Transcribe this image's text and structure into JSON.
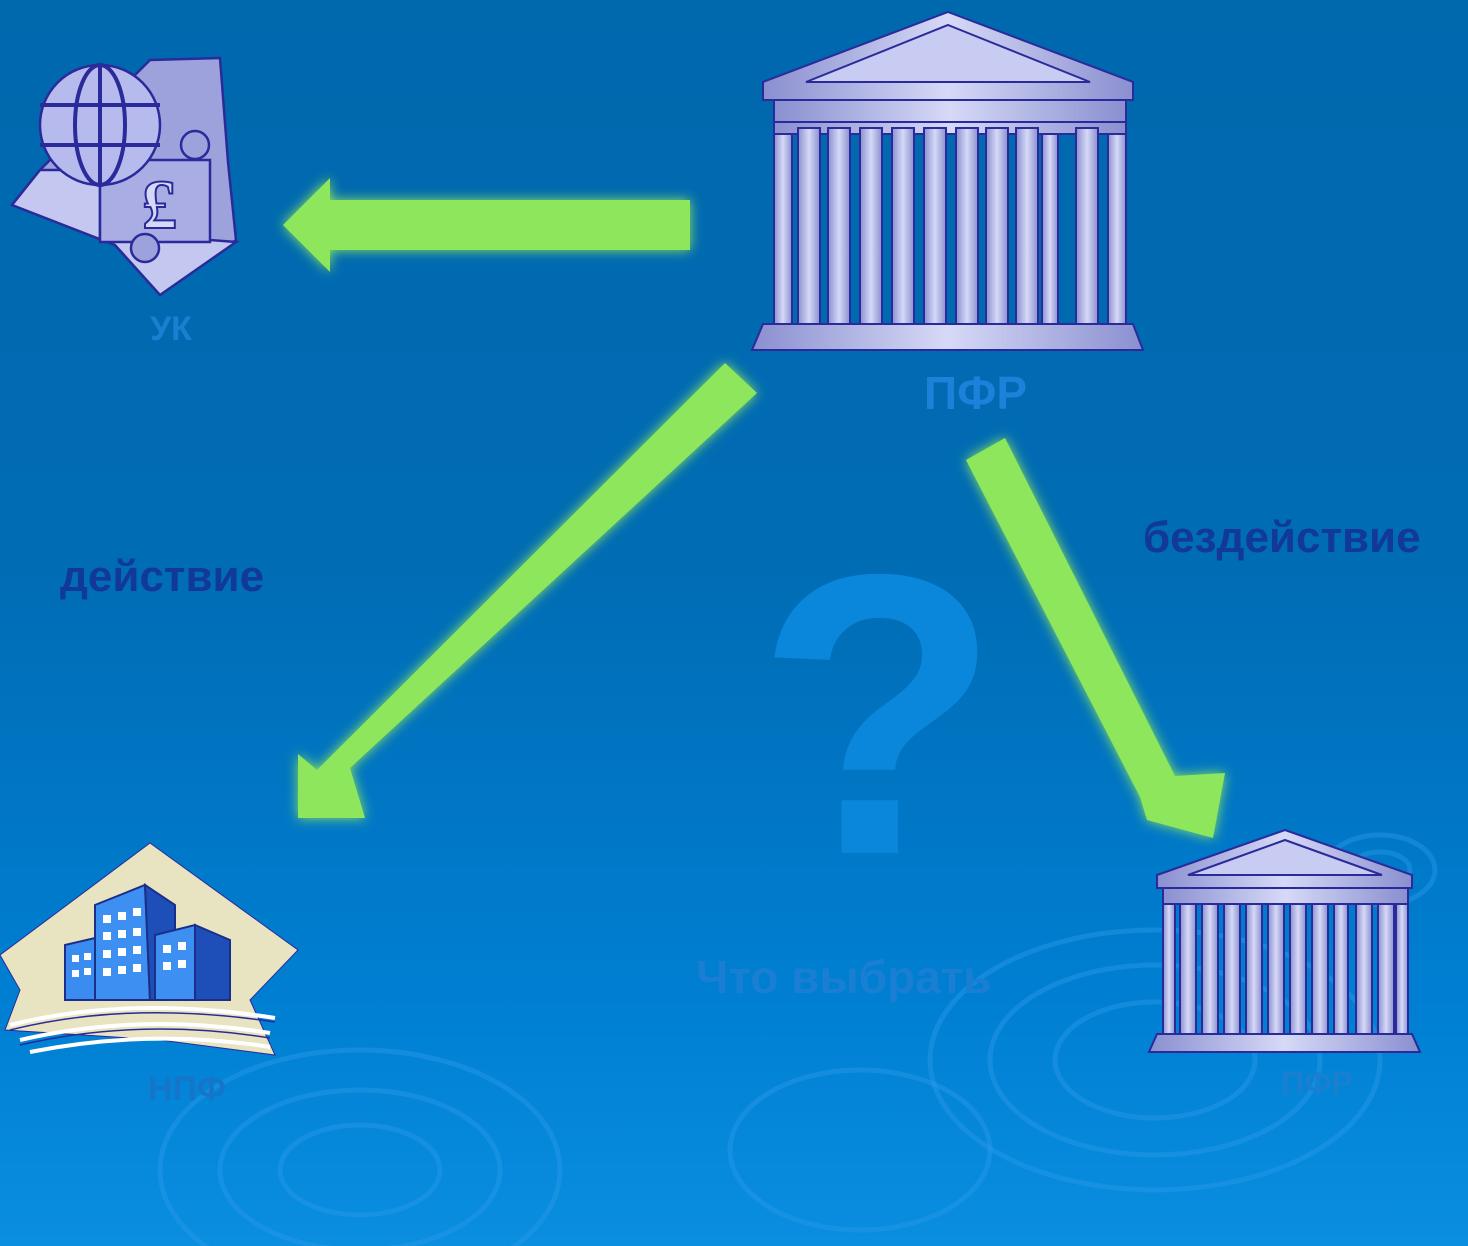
{
  "nodes": {
    "uk": {
      "label": "УК",
      "icon": "globe-pound-puzzle-icon"
    },
    "pfr_top": {
      "label": "ПФР",
      "icon": "pension-fund-building-icon"
    },
    "npf": {
      "label": "НПФ",
      "icon": "city-buildings-icon"
    },
    "pfr_bottom": {
      "label": "ПФР",
      "icon": "pension-fund-building-icon"
    }
  },
  "edges": {
    "action": "действие",
    "inaction": "бездействие"
  },
  "center": {
    "question": "?",
    "caption": "Что выбрать"
  },
  "colors": {
    "background_top": "#0068ad",
    "background_bottom": "#0a8ee0",
    "arrow_green": "#8ee65c",
    "building_fill": "#b4b8e8",
    "building_stroke": "#2a2a9a",
    "label_dark": "#12389a",
    "label_light": "#1a82d8"
  }
}
